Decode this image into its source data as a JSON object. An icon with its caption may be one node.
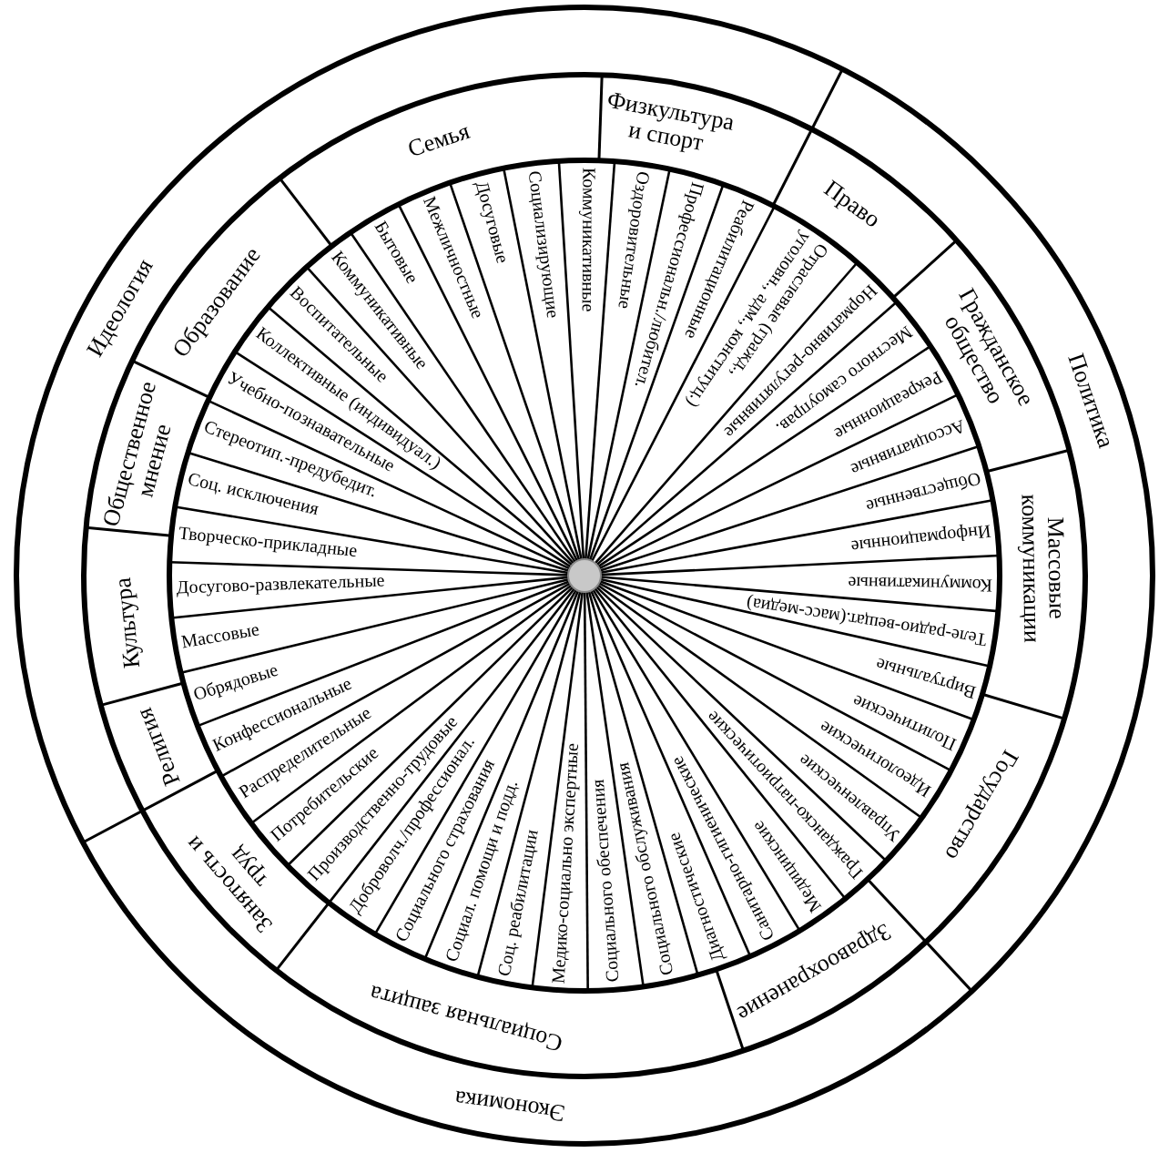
{
  "diagram": {
    "nodes": [
      {
        "text": [
          "Идеология"
        ]
      },
      {
        "text": [
          "Политика"
        ]
      },
      {
        "text": [
          "Экономика"
        ]
      },
      {
        "text": [
          "Семья"
        ]
      },
      {
        "text": [
          "Физкультура и спорт"
        ]
      },
      {
        "text": [
          "Право"
        ]
      },
      {
        "text": [
          "Гражданское общество"
        ]
      },
      {
        "text": [
          "Массовые коммуникации"
        ]
      },
      {
        "text": [
          "Государство"
        ]
      },
      {
        "text": [
          "Здравоохранение"
        ]
      },
      {
        "text": [
          "Социальная защита"
        ]
      },
      {
        "text": [
          "Занятость и труд"
        ]
      },
      {
        "text": [
          "Религия"
        ]
      },
      {
        "text": [
          "Культура"
        ]
      },
      {
        "text": [
          "Общественное мнение"
        ]
      },
      {
        "text": [
          "Образование"
        ]
      },
      {
        "text": [
          "Оздоровительные"
        ]
      },
      {
        "text": [
          "Профессиональн./любител."
        ]
      },
      {
        "text": [
          "Реабилитационные"
        ]
      },
      {
        "text": [
          "Отраслевые (гражд., уголовн., адм., конституц.)"
        ]
      },
      {
        "text": [
          "Нормативно-регулятивные"
        ]
      },
      {
        "text": [
          "Местного самоуправ."
        ]
      },
      {
        "text": [
          "Рекреационные"
        ]
      },
      {
        "text": [
          "Ассоциативные"
        ]
      },
      {
        "text": [
          "Общественные"
        ]
      },
      {
        "text": [
          "Информационные"
        ]
      },
      {
        "text": [
          "Коммуникативные"
        ]
      },
      {
        "text": [
          "Теле-радио-вещат.(масс-медиа)"
        ]
      },
      {
        "text": [
          "Виртуальные"
        ]
      },
      {
        "text": [
          "Политические"
        ]
      },
      {
        "text": [
          "Идеологические"
        ]
      },
      {
        "text": [
          "Управленческие"
        ]
      },
      {
        "text": [
          "Гражданско-патриотические"
        ]
      },
      {
        "text": [
          "Медицинские"
        ]
      },
      {
        "text": [
          "Санитарно-гигиенические"
        ]
      },
      {
        "text": [
          "Диагностические"
        ]
      },
      {
        "text": [
          "Социального обслуживания"
        ]
      },
      {
        "text": [
          "Социального обеспечения"
        ]
      },
      {
        "text": [
          "Медико-социально экспертные"
        ]
      },
      {
        "text": [
          "Соц. реабилитации"
        ]
      },
      {
        "text": [
          "Социал. помощи и подд."
        ]
      },
      {
        "text": [
          "Социального страхования"
        ]
      },
      {
        "text": [
          "Доброволч./профессионал."
        ]
      },
      {
        "text": [
          "Производственно-трудовые"
        ]
      },
      {
        "text": [
          "Потребительские"
        ]
      },
      {
        "text": [
          "Распределительные"
        ]
      },
      {
        "text": [
          "Конфессиональные"
        ]
      },
      {
        "text": [
          "Обрядовые"
        ]
      },
      {
        "text": [
          "Массовые"
        ]
      },
      {
        "text": [
          "Досугово-развлекательные"
        ]
      },
      {
        "text": [
          "Творческо-прикладные"
        ]
      },
      {
        "text": [
          "Соц. исключения"
        ]
      },
      {
        "text": [
          "Стереотип.-предубедит."
        ]
      },
      {
        "text": [
          "Учебно-познавательные"
        ]
      },
      {
        "text": [
          "Коллективные (индивидуал.)"
        ]
      },
      {
        "text": [
          "Воспитательные"
        ]
      },
      {
        "text": [
          "Коммуникативные"
        ]
      },
      {
        "text": [
          "Бытовые"
        ]
      },
      {
        "text": [
          "Межличностные"
        ]
      },
      {
        "text": [
          "Досуговые"
        ]
      },
      {
        "text": [
          "Социализирующие"
        ]
      },
      {
        "text": [
          "Коммуникативные"
        ]
      }
    ]
  }
}
